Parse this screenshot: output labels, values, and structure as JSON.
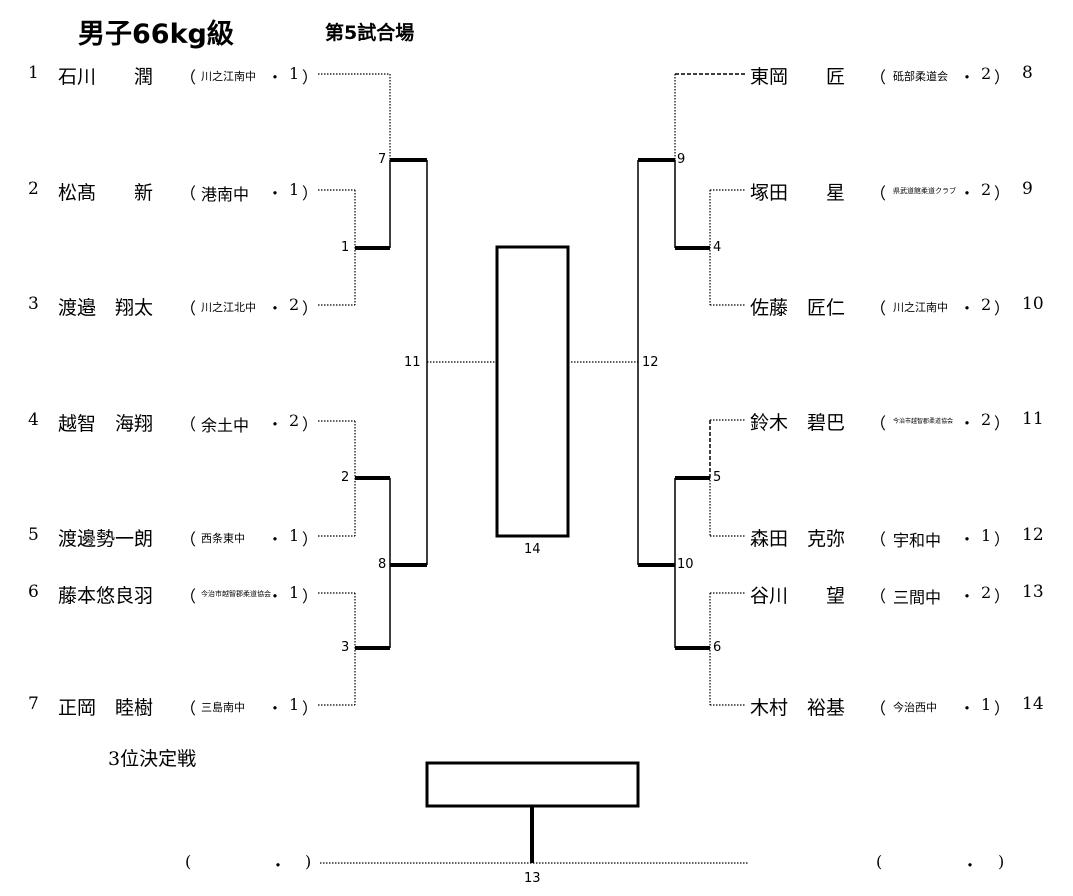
{
  "header": {
    "title": "男子66kg級",
    "venue": "第5試合場"
  },
  "third_place_label": "3位決定戦",
  "left_players": [
    {
      "seed": "1",
      "name": "石川　　潤",
      "team": "川之江南中",
      "grade": "1"
    },
    {
      "seed": "2",
      "name": "松髙　　新",
      "team": "港南中",
      "grade": "1"
    },
    {
      "seed": "3",
      "name": "渡邉　翔太",
      "team": "川之江北中",
      "grade": "2"
    },
    {
      "seed": "4",
      "name": "越智　海翔",
      "team": "余土中",
      "grade": "2"
    },
    {
      "seed": "5",
      "name": "渡邊勢一朗",
      "team": "西条東中",
      "grade": "1"
    },
    {
      "seed": "6",
      "name": "藤本悠良羽",
      "team": "今治市越智郡柔道協会",
      "grade": "1"
    },
    {
      "seed": "7",
      "name": "正岡　睦樹",
      "team": "三島南中",
      "grade": "1"
    }
  ],
  "right_players": [
    {
      "seed": "8",
      "name": "東岡　　匠",
      "team": "砥部柔道会",
      "grade": "2"
    },
    {
      "seed": "9",
      "name": "塚田　　星",
      "team": "県武道館柔道クラブ",
      "grade": "2"
    },
    {
      "seed": "10",
      "name": "佐藤　匠仁",
      "team": "川之江南中",
      "grade": "2"
    },
    {
      "seed": "11",
      "name": "鈴木　碧巴",
      "team": "今治市越智郡柔道協会",
      "grade": "2"
    },
    {
      "seed": "12",
      "name": "森田　克弥",
      "team": "宇和中",
      "grade": "1"
    },
    {
      "seed": "13",
      "name": "谷川　　望",
      "team": "三間中",
      "grade": "2"
    },
    {
      "seed": "14",
      "name": "木村　裕基",
      "team": "今治西中",
      "grade": "1"
    }
  ],
  "matches": {
    "m1": "1",
    "m2": "2",
    "m3": "3",
    "m4": "4",
    "m5": "5",
    "m6": "6",
    "m7": "7",
    "m8": "8",
    "m9": "9",
    "m10": "10",
    "m11": "11",
    "m12": "12",
    "m13": "13",
    "m14": "14"
  },
  "third_place": {
    "left": {
      "open": "(",
      "dot": "・",
      "close": ")"
    },
    "right": {
      "open": "(",
      "dot": "・",
      "close": ")"
    }
  }
}
